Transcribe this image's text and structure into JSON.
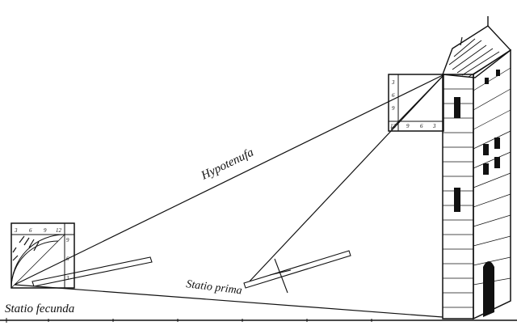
{
  "labels": {
    "hypotenuse": "Hypotenufa",
    "station_first": "Statio prima",
    "station_second": "Statio fecunda"
  },
  "quadrant_scale_numbers": [
    "3",
    "6",
    "9",
    "12"
  ],
  "colors": {
    "ink": "#111111",
    "paper": "#ffffff"
  }
}
